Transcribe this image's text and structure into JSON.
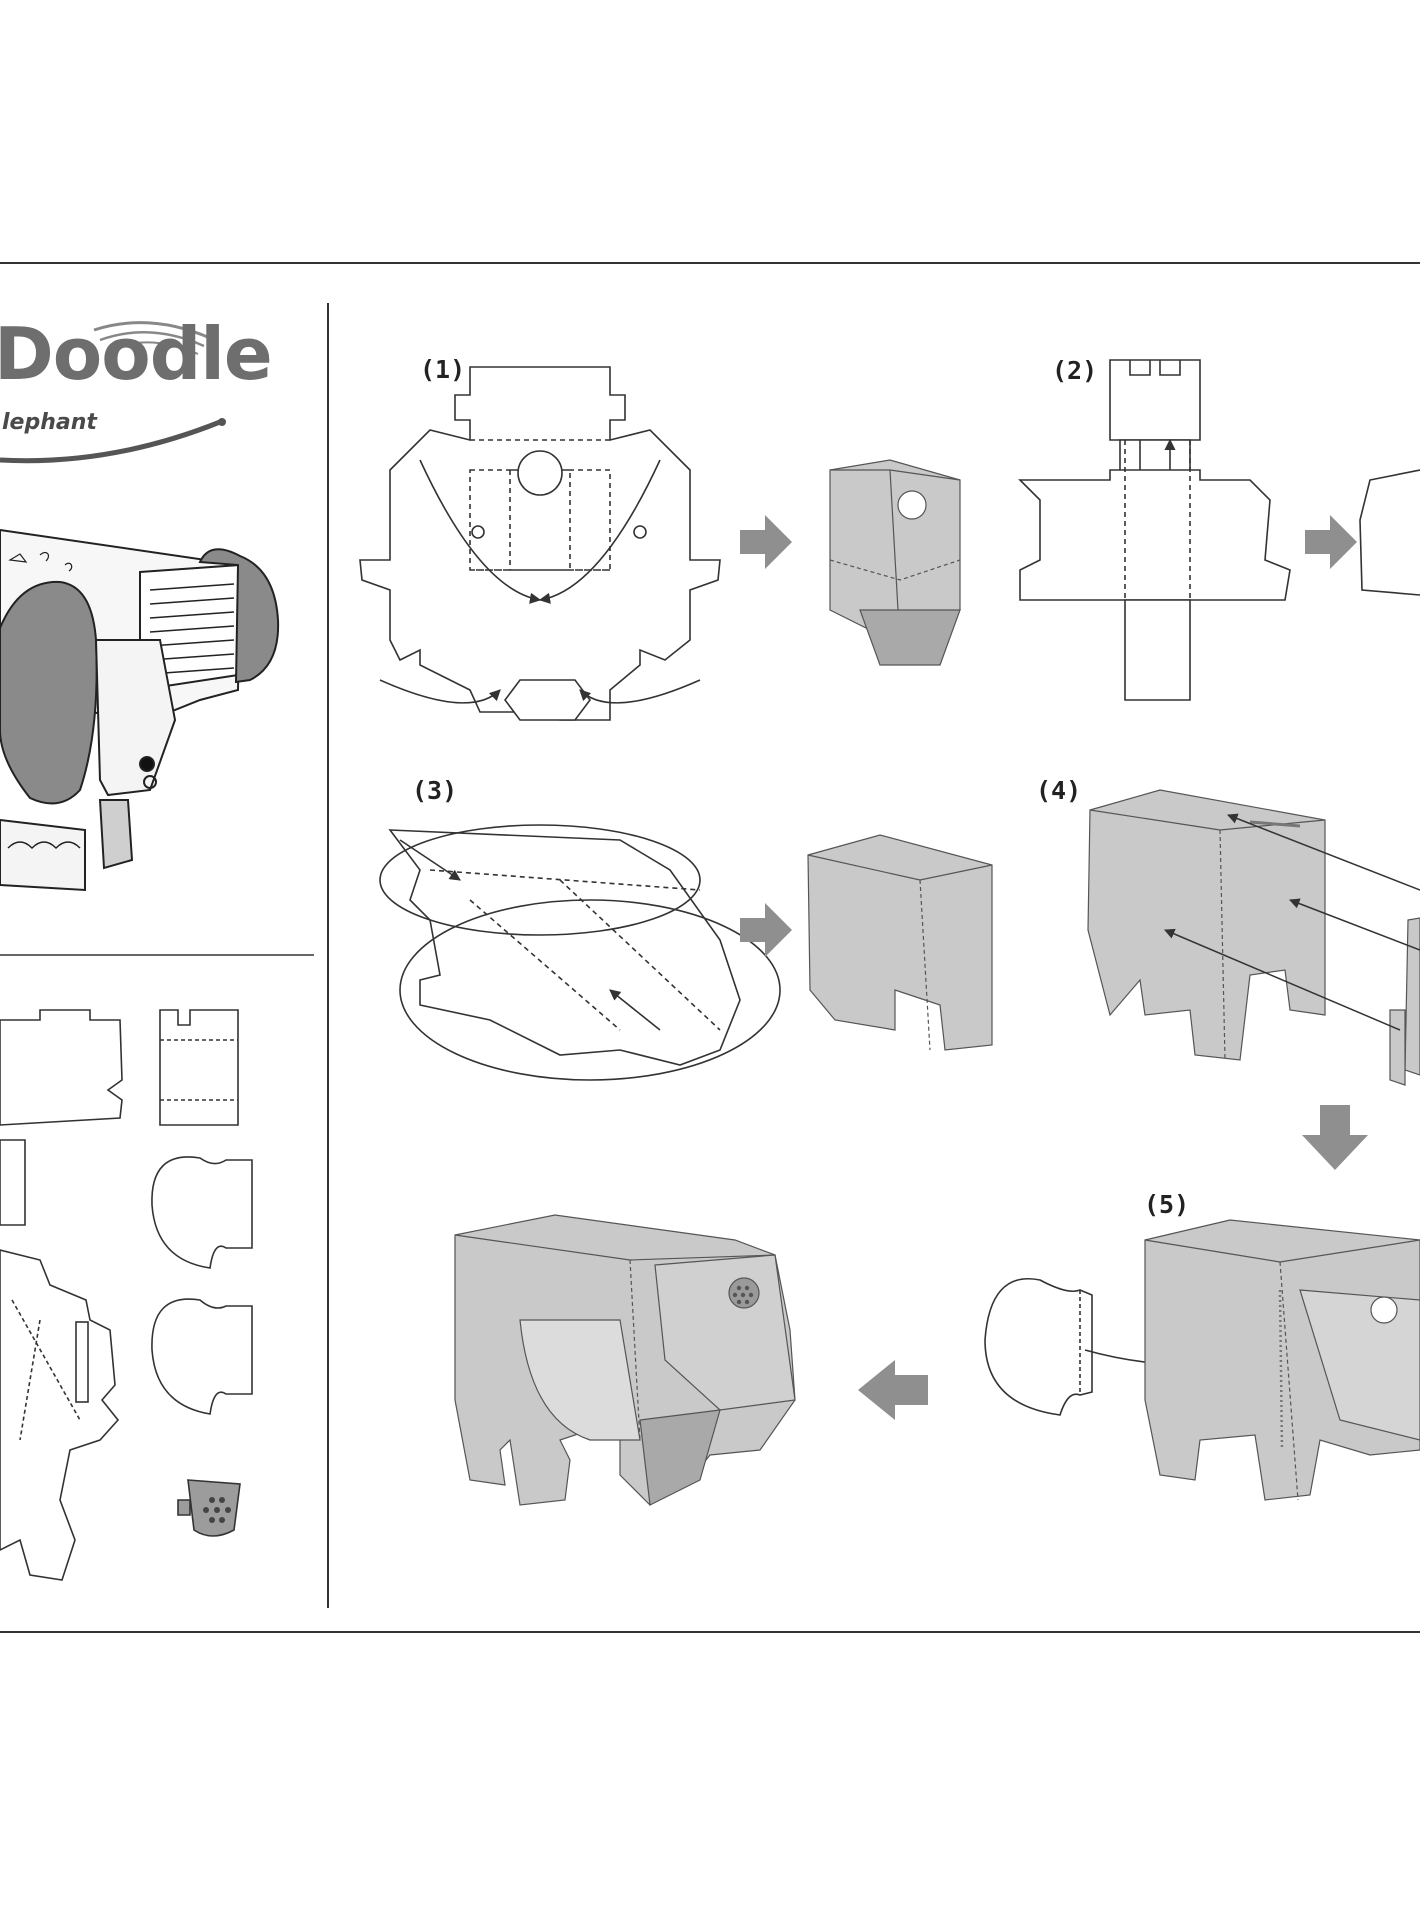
{
  "logo": {
    "title": "Doodle",
    "subtitle": "lephant"
  },
  "steps": [
    {
      "label": "(1)"
    },
    {
      "label": "(2)"
    },
    {
      "label": "(3)"
    },
    {
      "label": "(4)"
    },
    {
      "label": "(5)"
    }
  ],
  "colors": {
    "rule": "#333333",
    "line_art": "#333333",
    "paper_grey": "#c9c9c9",
    "paper_light": "#dcdcdc",
    "paper_dark": "#a9a9a9",
    "arrow_grey": "#8f8f8f",
    "logo_grey": "#6e6e6e",
    "ear_grey": "#8a8a8a"
  }
}
